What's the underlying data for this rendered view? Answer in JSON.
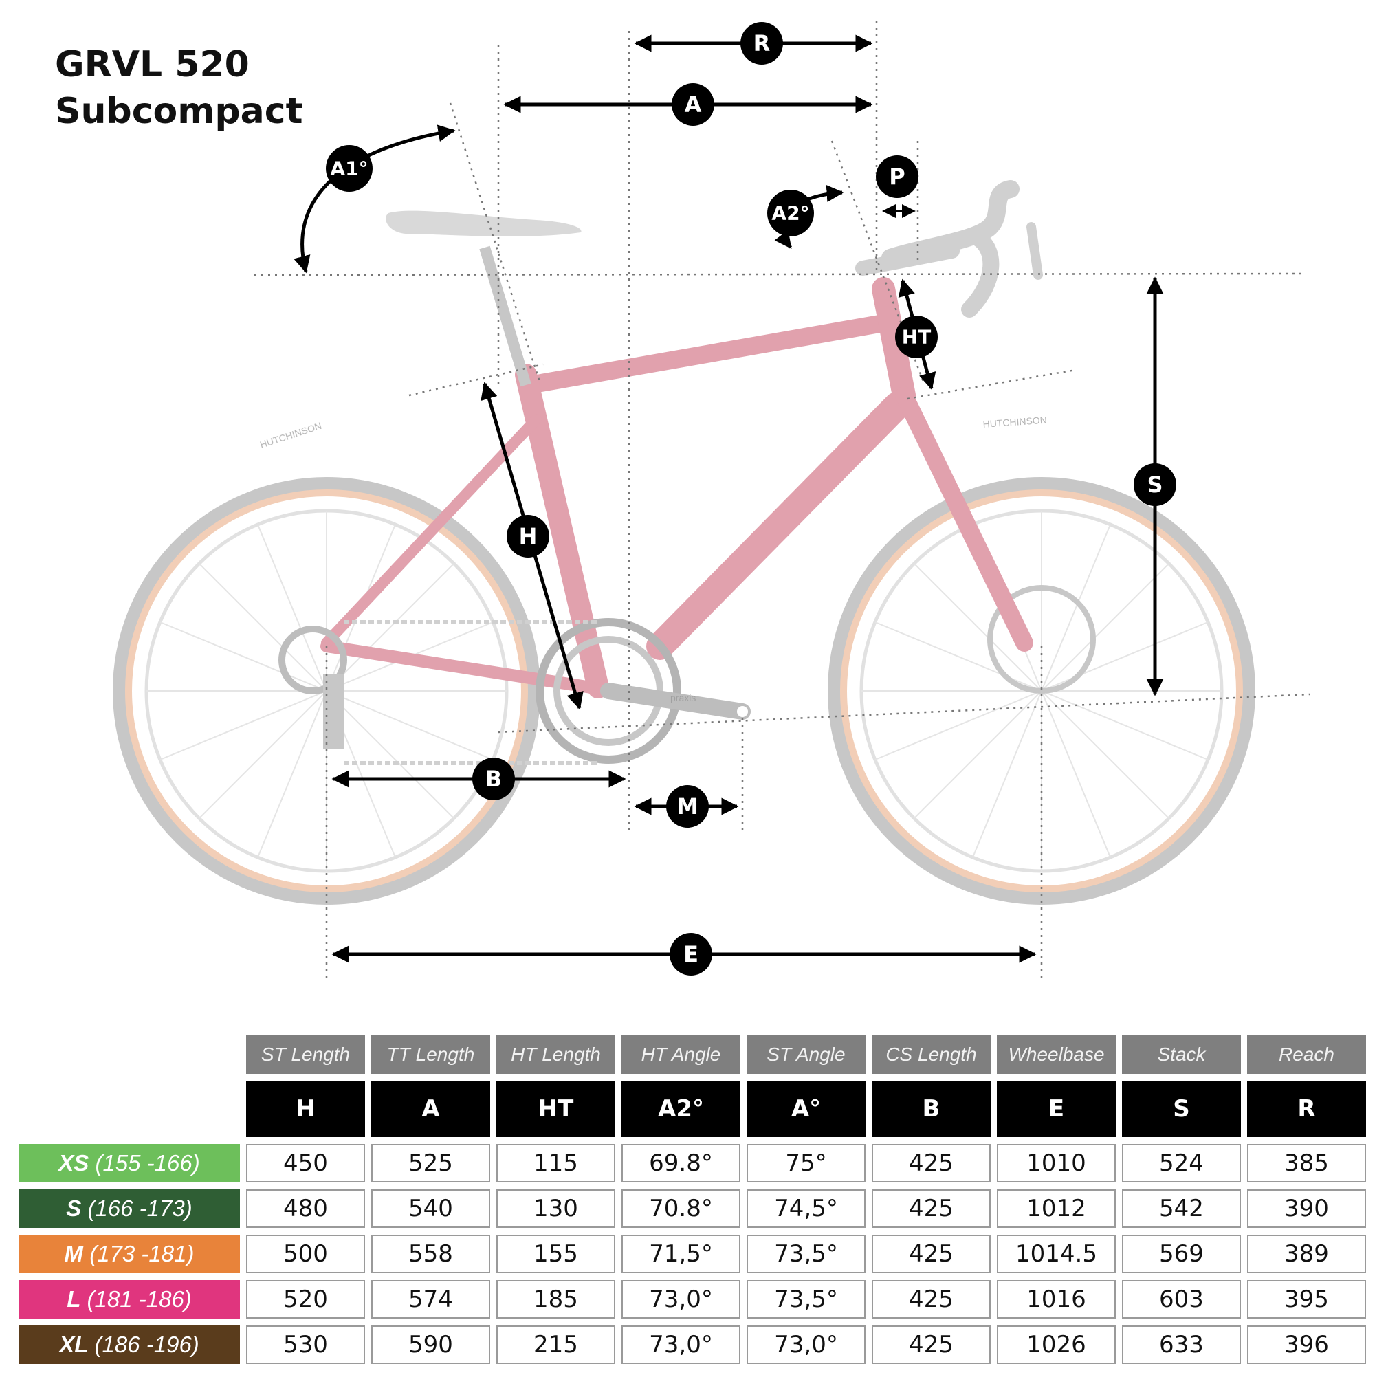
{
  "title": {
    "line1": "GRVL 520",
    "line2": "Subcompact"
  },
  "diagram": {
    "labels": {
      "R": "R",
      "A": "A",
      "A1": "A1°",
      "A2": "A2°",
      "P": "P",
      "HT": "HT",
      "S": "S",
      "H": "H",
      "B": "B",
      "M": "M",
      "E": "E"
    },
    "tire_brand": "HUTCHINSON",
    "crank_brand": "praxis"
  },
  "table": {
    "headers": [
      "ST Length",
      "TT Length",
      "HT Length",
      "HT Angle",
      "ST Angle",
      "CS Length",
      "Wheelbase",
      "Stack",
      "Reach"
    ],
    "codes": [
      "H",
      "A",
      "HT",
      "A2°",
      "A°",
      "B",
      "E",
      "S",
      "R"
    ],
    "rows": [
      {
        "size": "XS",
        "range": "(155 -166)",
        "color": "#6dbf5b",
        "values": [
          "450",
          "525",
          "115",
          "69.8°",
          "75°",
          "425",
          "1010",
          "524",
          "385"
        ]
      },
      {
        "size": "S",
        "range": "(166 -173)",
        "color": "#2f5e34",
        "values": [
          "480",
          "540",
          "130",
          "70.8°",
          "74,5°",
          "425",
          "1012",
          "542",
          "390"
        ]
      },
      {
        "size": "M",
        "range": "(173 -181)",
        "color": "#e8833a",
        "values": [
          "500",
          "558",
          "155",
          "71,5°",
          "73,5°",
          "425",
          "1014.5",
          "569",
          "389"
        ]
      },
      {
        "size": "L",
        "range": "(181 -186)",
        "color": "#e0357e",
        "values": [
          "520",
          "574",
          "185",
          "73,0°",
          "73,5°",
          "425",
          "1016",
          "603",
          "395"
        ]
      },
      {
        "size": "XL",
        "range": "(186 -196)",
        "color": "#5a3c1c",
        "values": [
          "530",
          "590",
          "215",
          "73,0°",
          "73,0°",
          "425",
          "1026",
          "633",
          "396"
        ]
      }
    ]
  }
}
